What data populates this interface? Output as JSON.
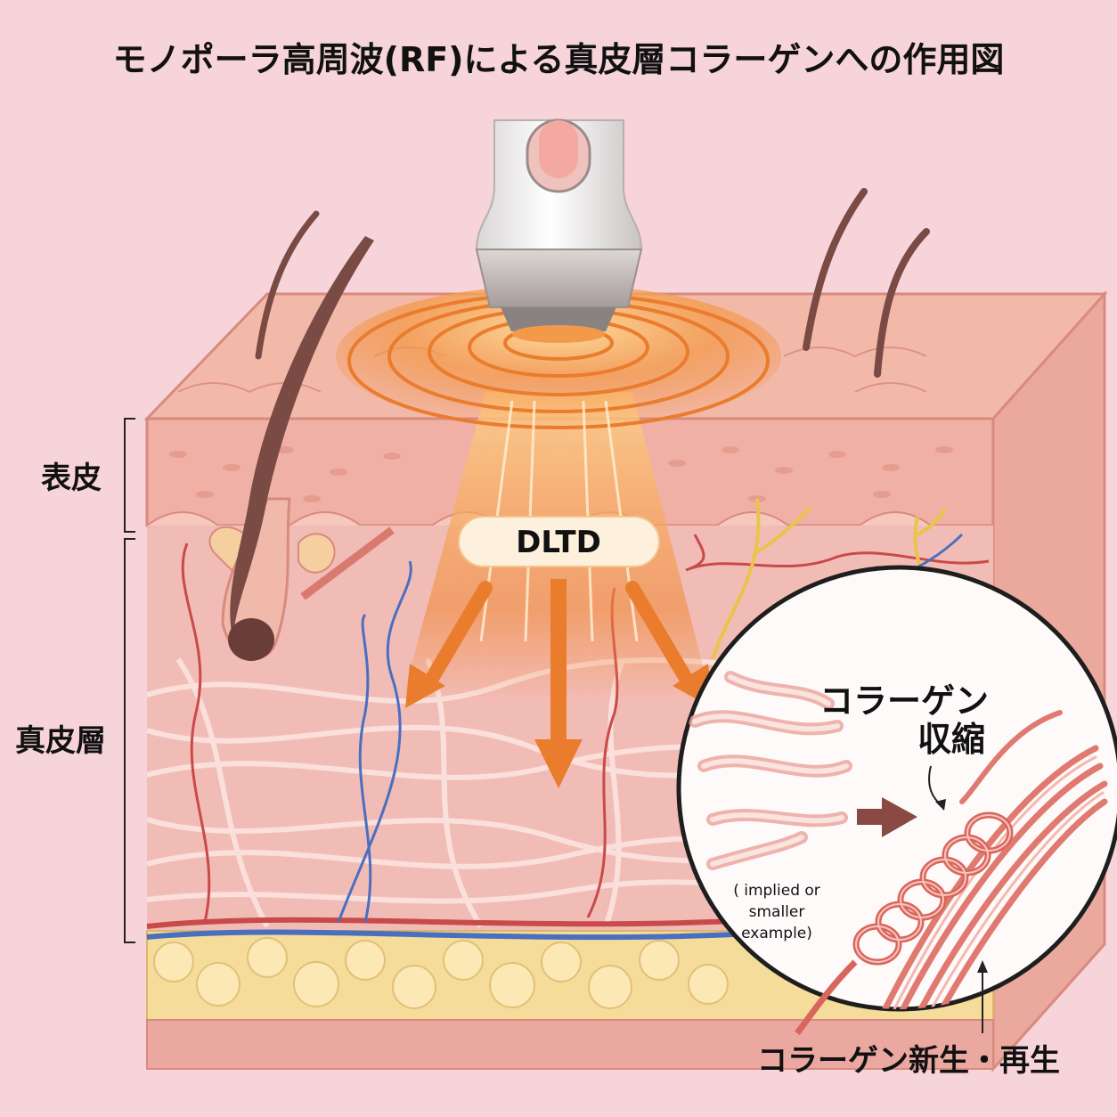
{
  "title": "モノポーラ高周波(RF)による真皮層コラーゲンへの作用図",
  "layers": {
    "epidermis": "表皮",
    "dermis": "真皮層"
  },
  "energy_label": "DLTD",
  "zoom": {
    "effect_line1": "コラーゲン",
    "effect_line2": "収縮",
    "note_line1": "( implied or",
    "note_line2": "smaller",
    "note_line3": "example)"
  },
  "bottom_label": "コラーゲン新生・再生",
  "colors": {
    "background": "#f6d4d9",
    "skin_surface": "#f3b9a8",
    "dermis": "#f2bcb6",
    "fat": "#f6dc9a",
    "rf_energy": "#f08a3a",
    "vein": "#4a6fc0",
    "artery": "#c94a4a",
    "nerve": "#e8c54a"
  },
  "icons": [
    "rf-handpiece-icon",
    "hair-icon",
    "collagen-coil-icon",
    "arrow-right-icon"
  ]
}
